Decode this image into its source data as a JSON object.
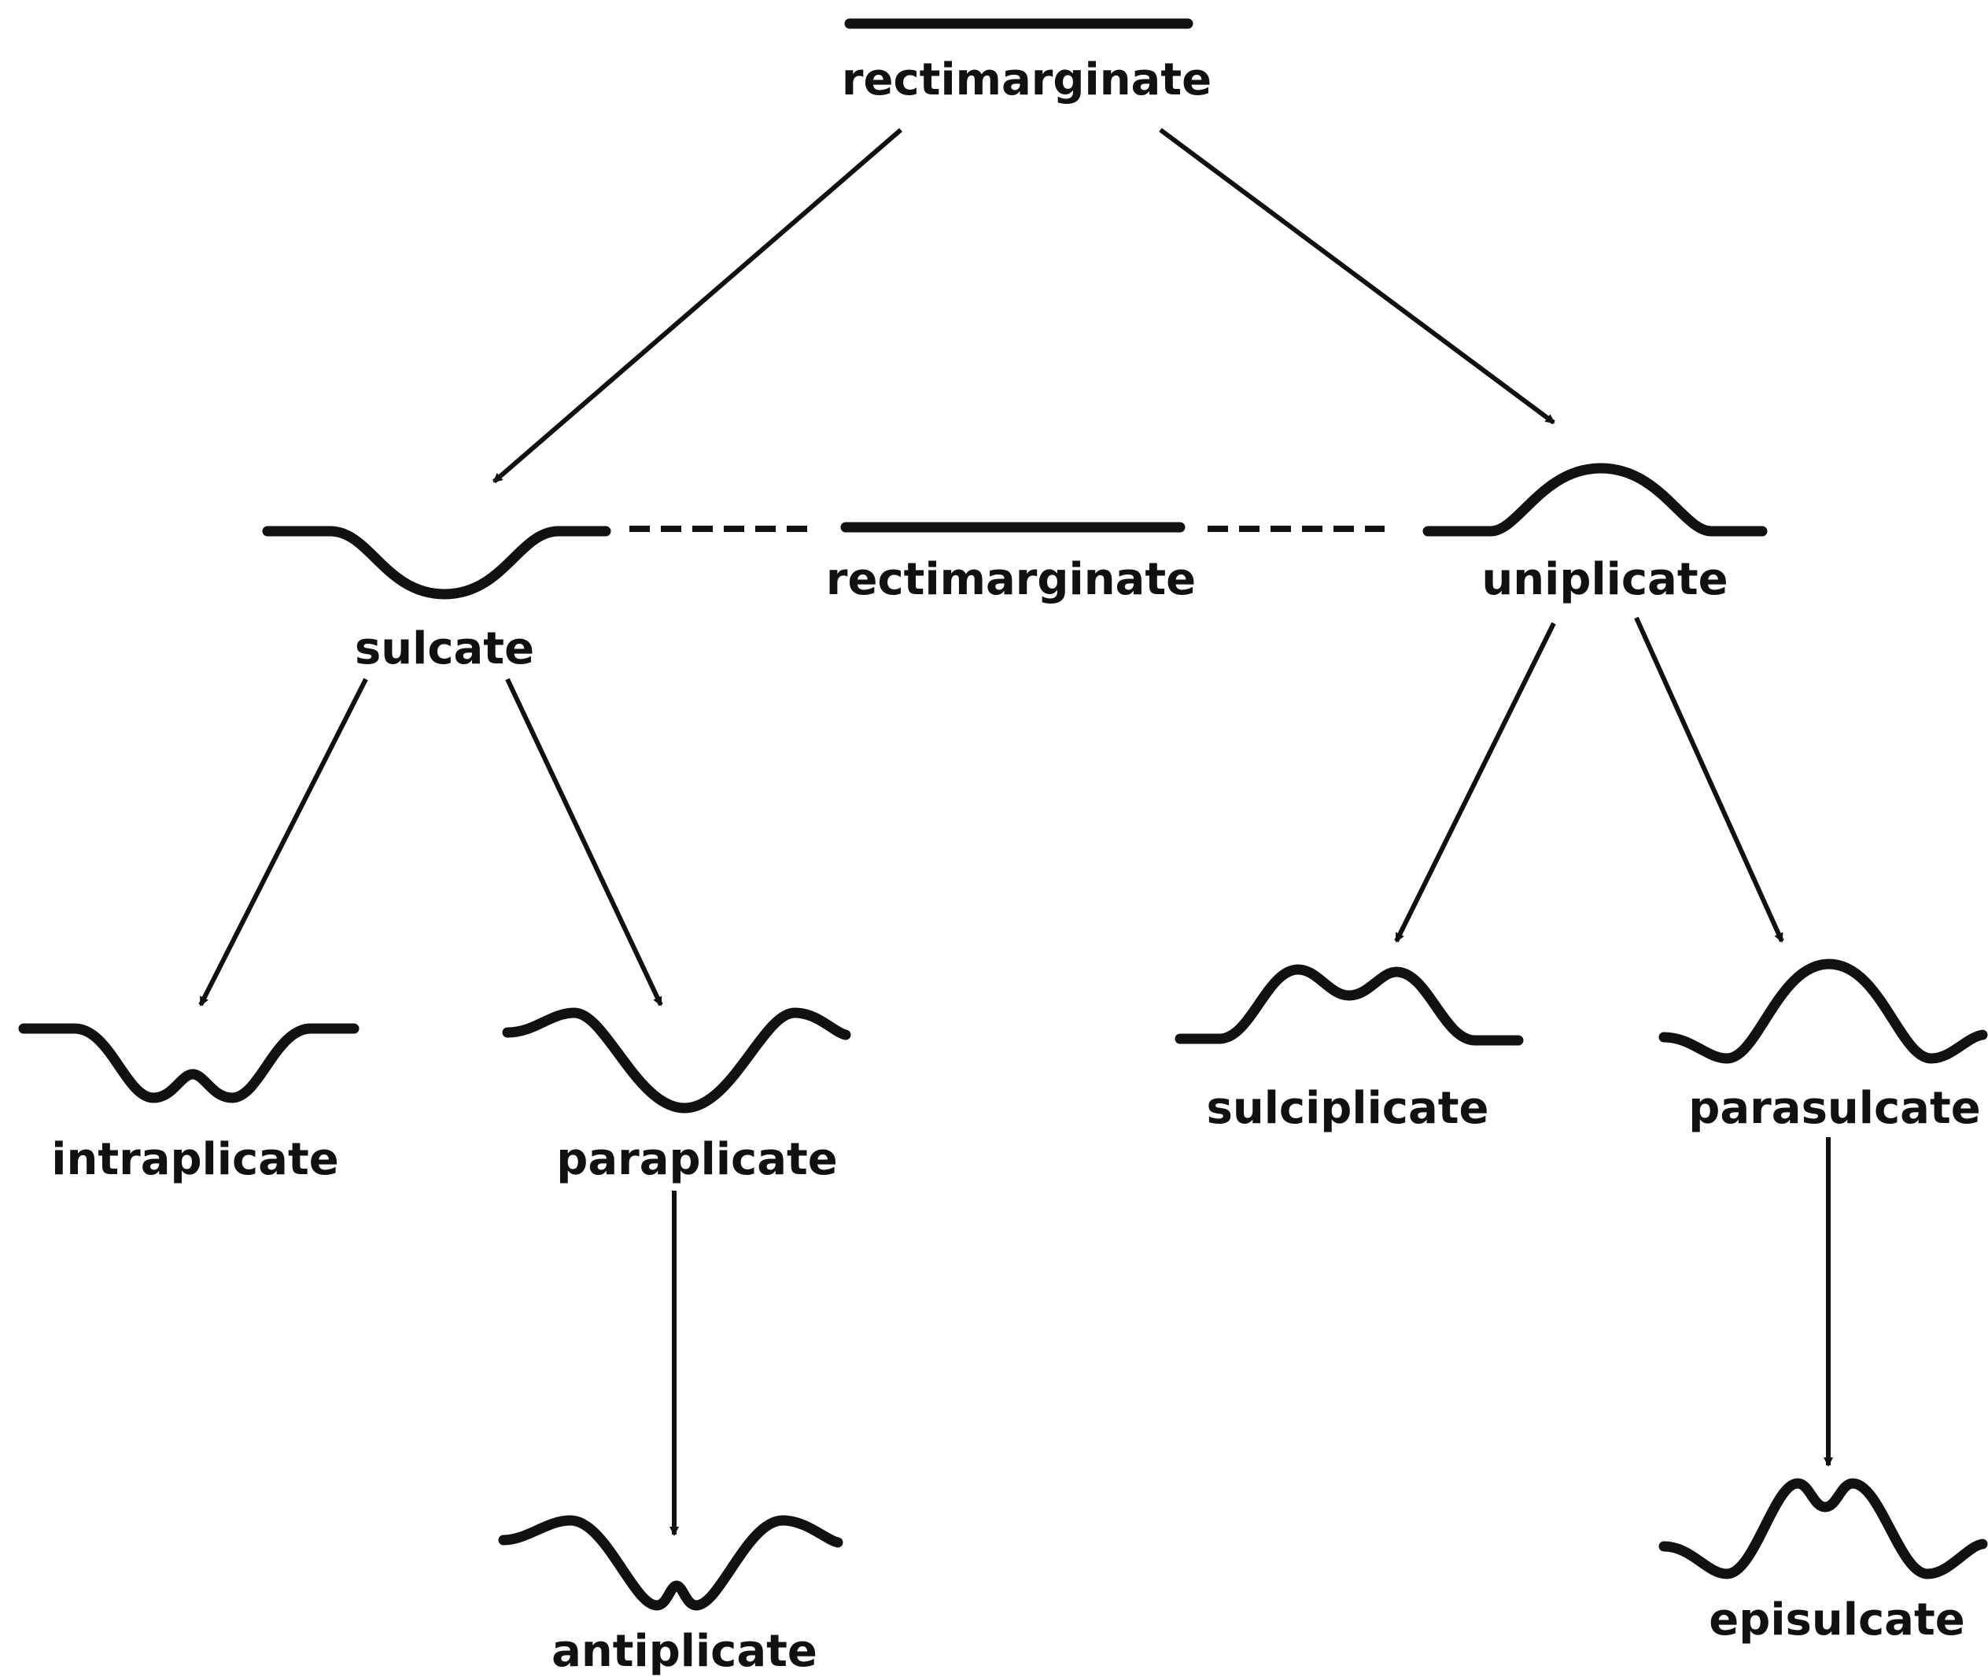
{
  "labels": {
    "top": "rectimarginate",
    "sulcate": "sulcate",
    "middle": "rectimarginate",
    "uniplicate": "uniplicate",
    "intraplicate": "intraplicate",
    "paraplicate": "paraplicate",
    "antiplicate": "antiplicate",
    "sulciplicate": "sulciplicate",
    "parasulcate": "parasulcate",
    "episulcate": "episulcate"
  },
  "colors": {
    "ink": "#111111",
    "background": "#ffffff"
  }
}
